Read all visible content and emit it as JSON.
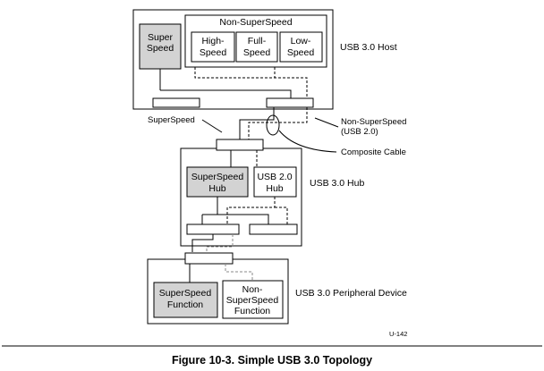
{
  "host": {
    "label": "USB 3.0 Host",
    "superspeed": [
      "Super",
      "Speed"
    ],
    "nonsuperspeed_title": "Non-SuperSpeed",
    "high": [
      "High-",
      "Speed"
    ],
    "full": [
      "Full-",
      "Speed"
    ],
    "low": [
      "Low-",
      "Speed"
    ]
  },
  "callouts": {
    "superspeed": "SuperSpeed",
    "nonsuperspeed": [
      "Non-SuperSpeed",
      "(USB 2.0)"
    ],
    "composite_cable": "Composite Cable"
  },
  "hub": {
    "label": "USB 3.0 Hub",
    "superspeed_hub": [
      "SuperSpeed",
      "Hub"
    ],
    "usb20_hub": [
      "USB 2.0",
      "Hub"
    ]
  },
  "peripheral": {
    "label": "USB 3.0 Peripheral Device",
    "superspeed_function": [
      "SuperSpeed",
      "Function"
    ],
    "nonsuperspeed_function": [
      "Non-",
      "SuperSpeed",
      "Function"
    ]
  },
  "figure_id": "U-142",
  "caption": "Figure 10-3.  Simple USB 3.0 Topology"
}
